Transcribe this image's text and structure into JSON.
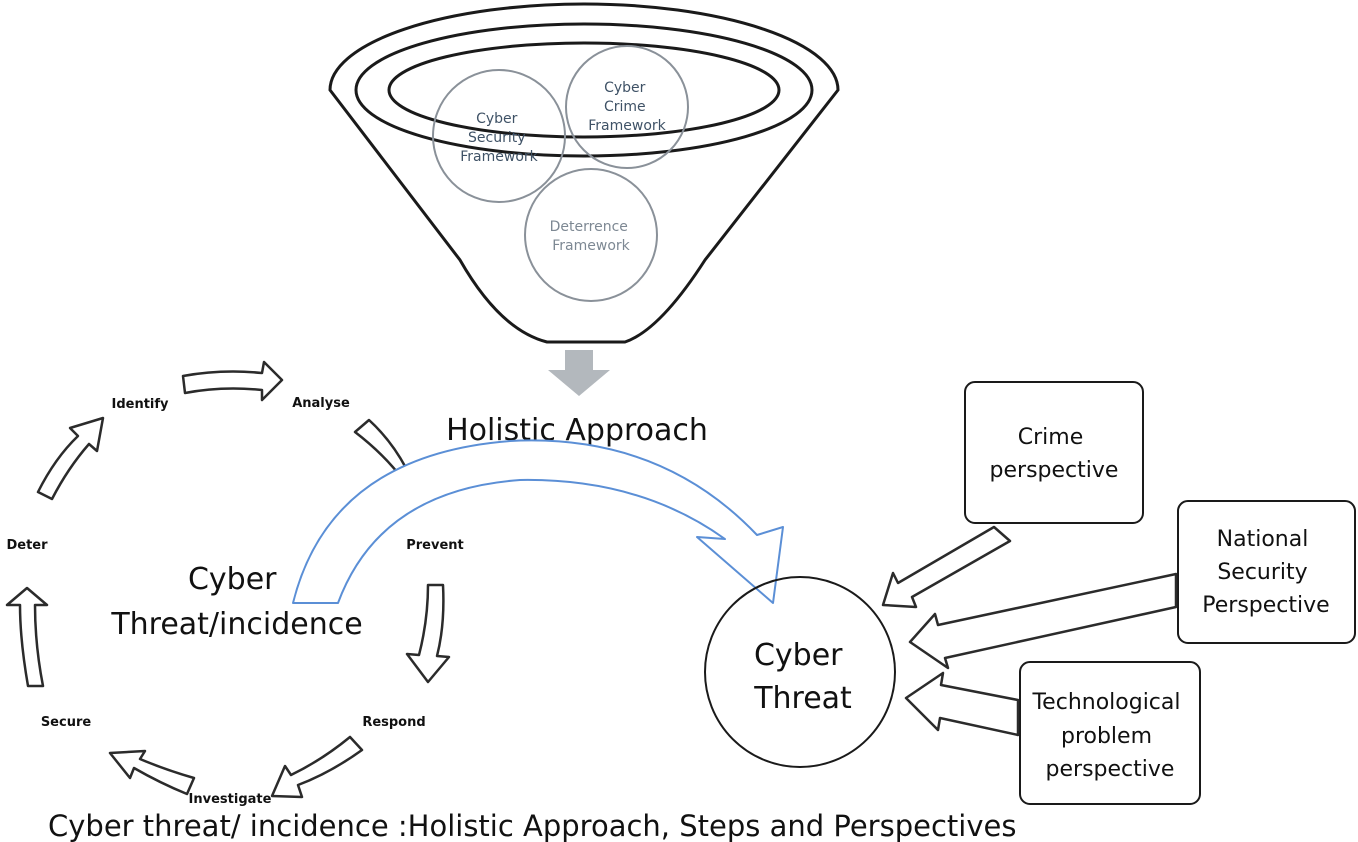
{
  "funnel": {
    "circles": [
      {
        "id": "security",
        "lines": [
          "Cyber",
          "Security",
          "Framework"
        ]
      },
      {
        "id": "crime",
        "lines": [
          "Cyber",
          "Crime",
          "Framework"
        ]
      },
      {
        "id": "deterrence",
        "lines": [
          "Deterrence",
          "Framework"
        ]
      }
    ],
    "output_label": "Holistic Approach"
  },
  "cycle": {
    "center_lines": [
      "Cyber",
      "Threat/incidence"
    ],
    "steps": {
      "identify": "Identify",
      "analyse": "Analyse",
      "prevent": "Prevent",
      "respond": "Respond",
      "investigate": "Investigate",
      "secure": "Secure",
      "deter": "Deter"
    }
  },
  "threat": {
    "lines": [
      "Cyber",
      "Threat"
    ]
  },
  "perspectives": {
    "crime": [
      "Crime",
      "perspective"
    ],
    "national": [
      "National",
      "Security",
      "Perspective"
    ],
    "technological": [
      "Technological",
      "problem",
      "perspective"
    ]
  },
  "caption": "Cyber threat/ incidence :Holistic Approach, Steps and Perspectives",
  "colors": {
    "funnel_stroke": "#1a1a1a",
    "framework_circle": "#8a9199",
    "down_arrow": "#b3b8bd",
    "holistic_arrow": "#5b8fd6"
  }
}
